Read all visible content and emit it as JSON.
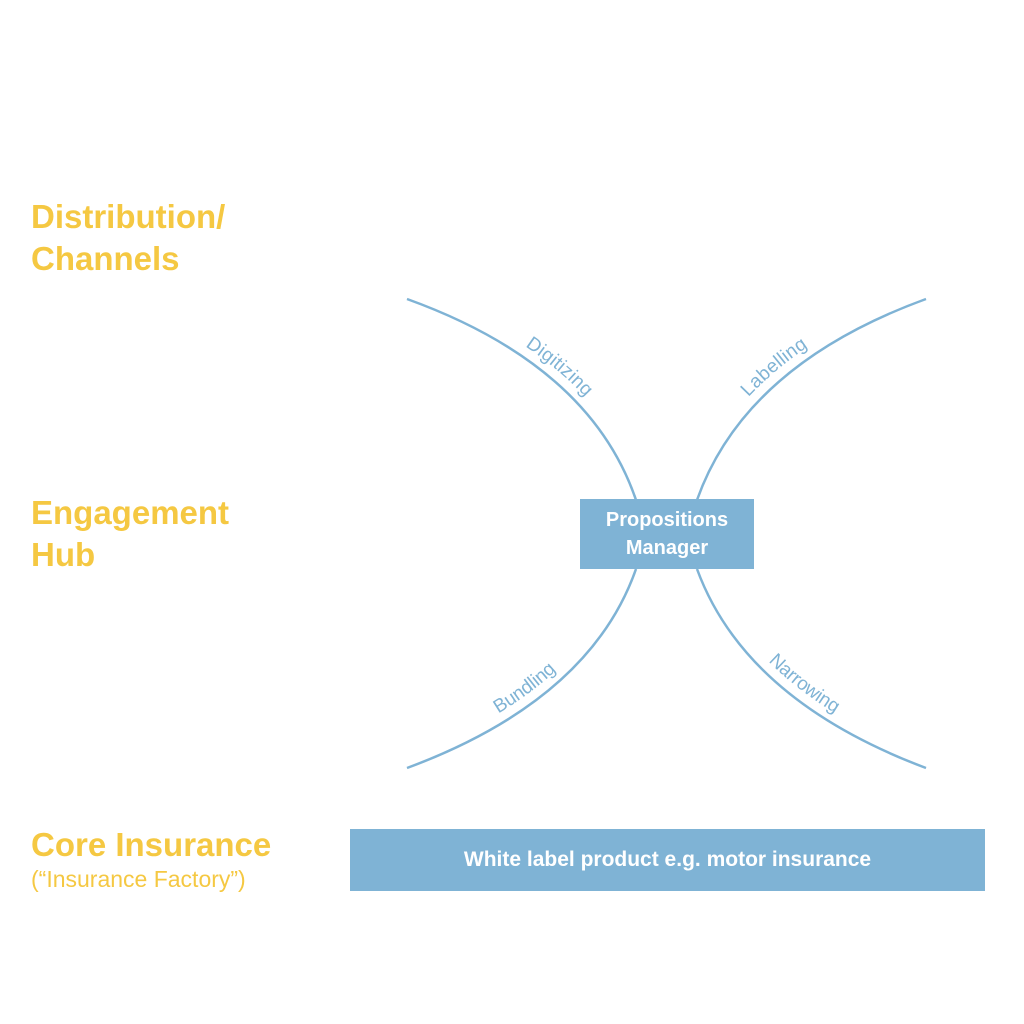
{
  "layers": {
    "distribution": [
      "Distribution/",
      "Channels"
    ],
    "engagement": [
      "Engagement",
      "Hub"
    ],
    "core": {
      "title": "Core Insurance",
      "subtitle": "(“Insurance Factory”)"
    }
  },
  "hub": {
    "lines": [
      "Propositions",
      "Manager"
    ]
  },
  "arcs": {
    "top_left": "Digitizing",
    "top_right": "Labelling",
    "bottom_left": "Bundling",
    "bottom_right": "Narrowing"
  },
  "base_product": "White label product e.g. motor insurance",
  "colors": {
    "label": "#f5c842",
    "accent": "#7fb3d5",
    "box_text": "#ffffff"
  }
}
